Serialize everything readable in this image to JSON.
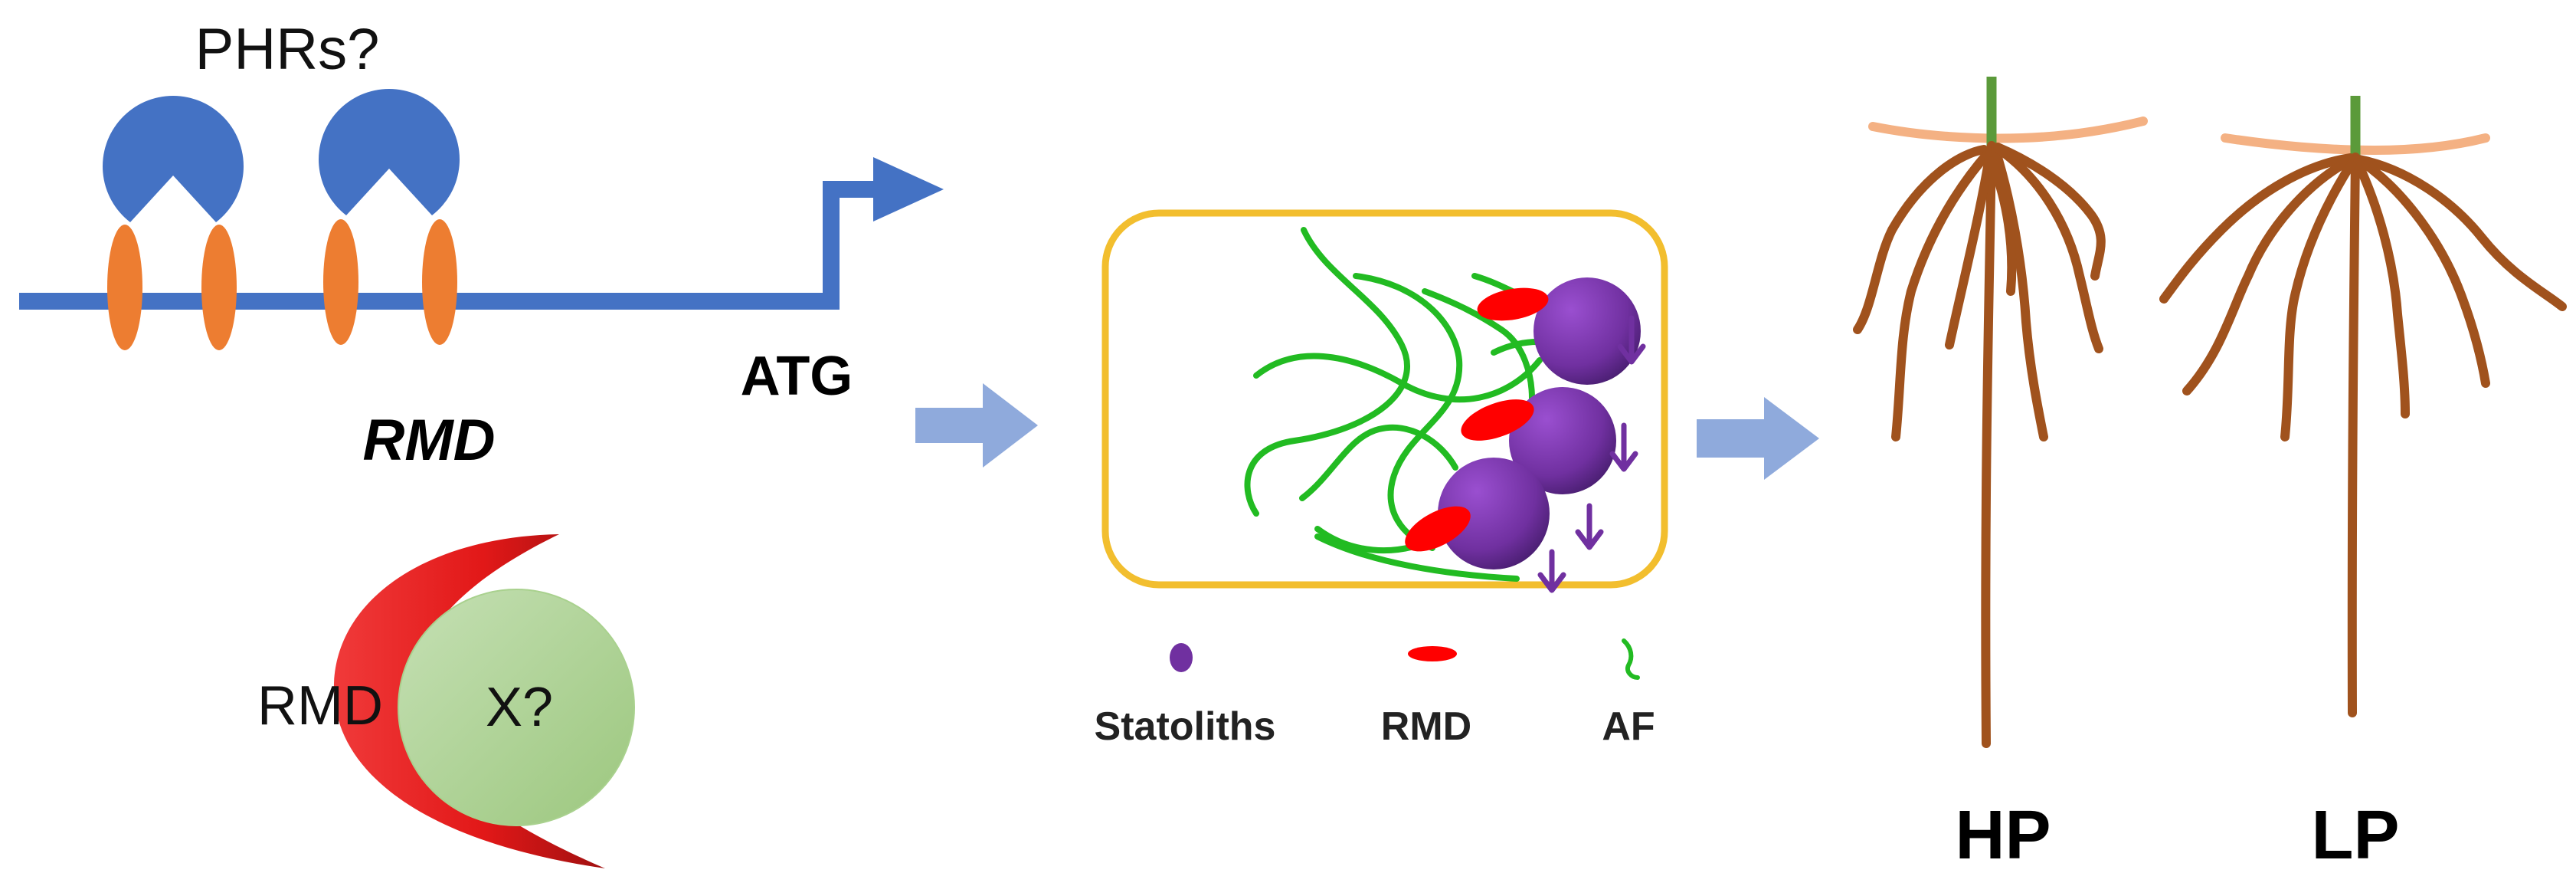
{
  "promoter": {
    "binding_factor_label": "PHRs?",
    "gene_label": "RMD",
    "start_codon_label": "ATG"
  },
  "complex": {
    "protein_label": "RMD",
    "partner_label": "X?"
  },
  "cell": {
    "legend": {
      "statoliths": "Statoliths",
      "rmd": "RMD",
      "af": "AF"
    }
  },
  "roots": {
    "high_p_label": "HP",
    "low_p_label": "LP"
  },
  "colors": {
    "dna_line": "#4472C4",
    "phr_protein": "#4472C4",
    "binding_site": "#ED7D31",
    "rmd_red": "#FF0000",
    "partner_green": "#A9D18E",
    "cell_wall": "#F2BE2E",
    "actin_filament": "#22BB22",
    "statolith": "#7030A0",
    "flow_arrow": "#8FAADC",
    "root": "#A0521D",
    "shoot": "#5B9A3A",
    "soil_line": "#F4B183"
  }
}
